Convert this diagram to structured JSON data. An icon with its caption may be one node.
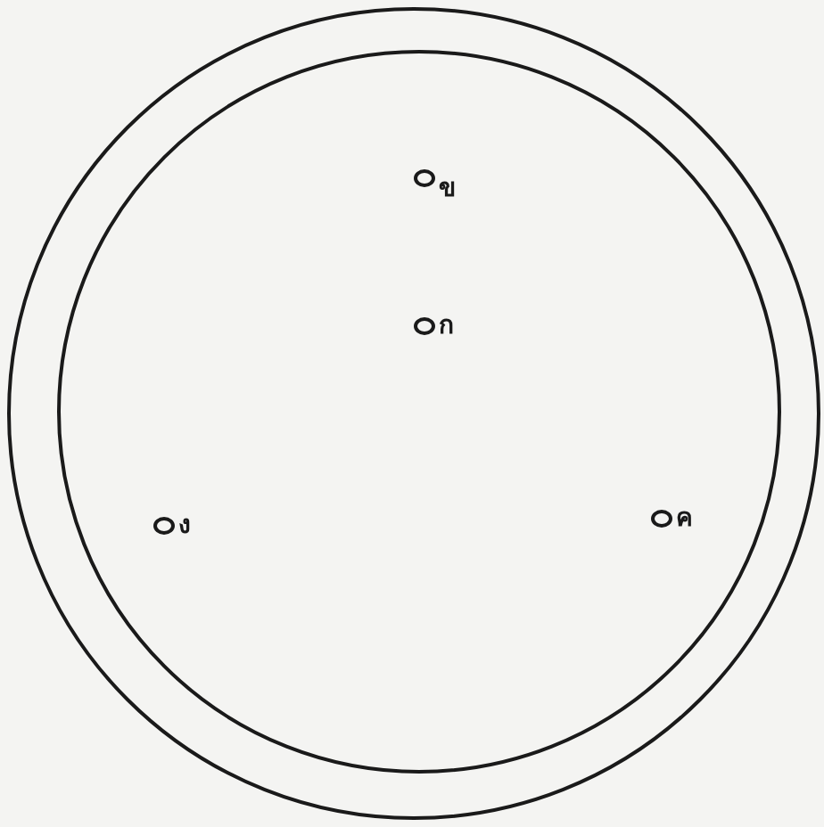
{
  "diagram": {
    "nodes": [
      {
        "text": [],
        "shape": "circle"
      },
      {
        "text": [],
        "shape": "circle",
        "in": 0
      },
      {
        "text": [
          "ข"
        ],
        "in": 1
      },
      {
        "text": [
          "ก"
        ],
        "in": 1
      },
      {
        "text": [
          "ง"
        ],
        "in": 1
      },
      {
        "text": [
          "ค"
        ],
        "in": 1
      }
    ]
  }
}
